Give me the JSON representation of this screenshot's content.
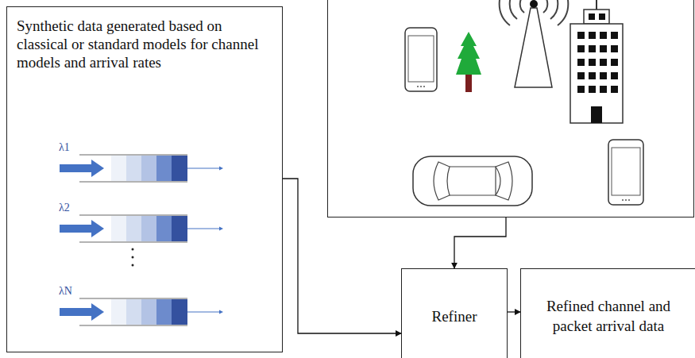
{
  "diagram": {
    "nodes": [
      {
        "text": [
          "Synthetic data generated based on classical or standard models for channel models and arrival rates"
        ]
      },
      {
        "text": []
      },
      {
        "text": [
          "Refiner"
        ]
      },
      {
        "text": [
          "Refined channel and packet arrival data"
        ]
      }
    ],
    "edges": [
      {
        "from": 0,
        "to": 2,
        "arrow": "to"
      },
      {
        "from": 1,
        "to": 2,
        "arrow": "to"
      },
      {
        "from": 2,
        "to": 3,
        "arrow": "to"
      }
    ],
    "labels": [
      "λ1",
      "λ2",
      "λN"
    ]
  }
}
